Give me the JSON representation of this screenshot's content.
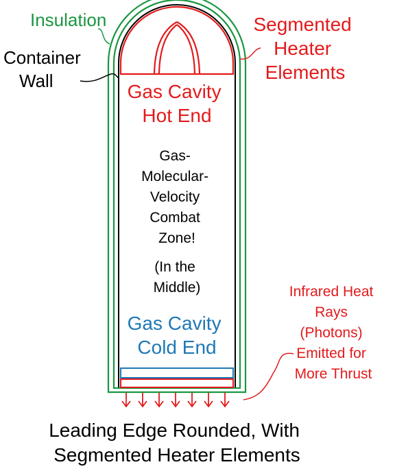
{
  "labels": {
    "insulation": "Insulation",
    "container_wall": [
      "Container",
      "Wall"
    ],
    "segmented_heater": [
      "Segmented",
      "Heater",
      "Elements"
    ],
    "hot_end": [
      "Gas Cavity",
      "Hot End"
    ],
    "combat_zone": [
      "Gas-",
      "Molecular-",
      "Velocity",
      "Combat",
      "Zone!"
    ],
    "middle_note": [
      "(In the",
      "Middle)"
    ],
    "cold_end": [
      "Gas Cavity",
      "Cold End"
    ],
    "infrared": [
      "Infrared Heat",
      "Rays",
      "(Photons)",
      "Emitted for",
      "More Thrust"
    ],
    "caption": [
      "Leading Edge Rounded, With",
      "Segmented Heater Elements"
    ]
  },
  "arrow_count": 7,
  "colors": {
    "insulation": "#1a9641",
    "container_wall": "#000000",
    "heater": "#e31a1c",
    "cold_end": "#1f78b4",
    "text": "#000000"
  }
}
